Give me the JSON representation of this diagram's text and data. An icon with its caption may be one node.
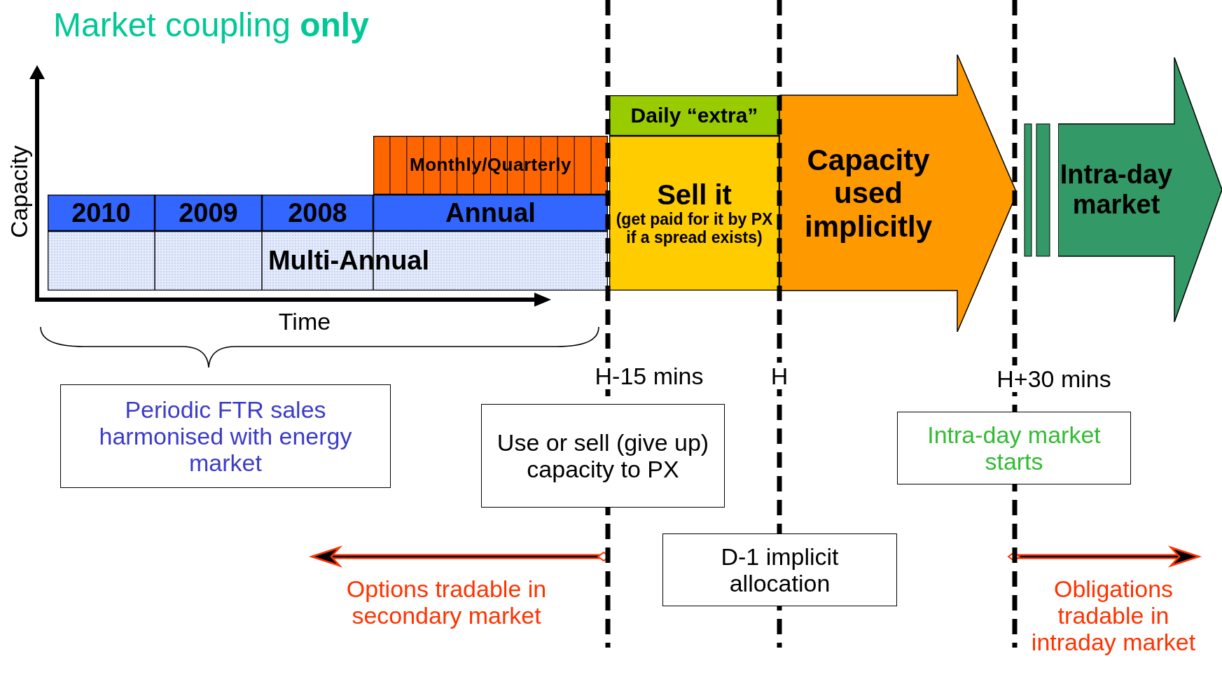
{
  "diagram": {
    "title": "Market coupling **only**",
    "nodes": [
      {
        "text": [
          "Multi-Annual"
        ]
      },
      {
        "text": [
          "2010"
        ]
      },
      {
        "text": [
          "2009"
        ]
      },
      {
        "text": [
          "2008"
        ]
      },
      {
        "text": [
          "Annual"
        ]
      },
      {
        "text": [
          "Monthly/Quarterly"
        ]
      },
      {
        "text": [
          "Daily “extra”"
        ]
      },
      {
        "text": [
          "Sell it",
          "(get paid for it by PX if a spread exists)"
        ]
      },
      {
        "text": [
          "Capacity used implicitly"
        ]
      },
      {
        "text": [
          "Intra-day market"
        ]
      },
      {
        "text": [
          "Periodic FTR sales harmonised with energy market"
        ]
      },
      {
        "text": [
          "Use or sell (give up) capacity to PX"
        ]
      },
      {
        "text": [
          "Intra-day market starts"
        ]
      },
      {
        "text": [
          "D-1 implicit allocation"
        ]
      }
    ],
    "labels": [
      "Capacity",
      "Time",
      "H-15 mins",
      "H",
      "H+30 mins",
      "Options tradable in secondary market",
      "Obligations tradable in intraday market"
    ]
  }
}
